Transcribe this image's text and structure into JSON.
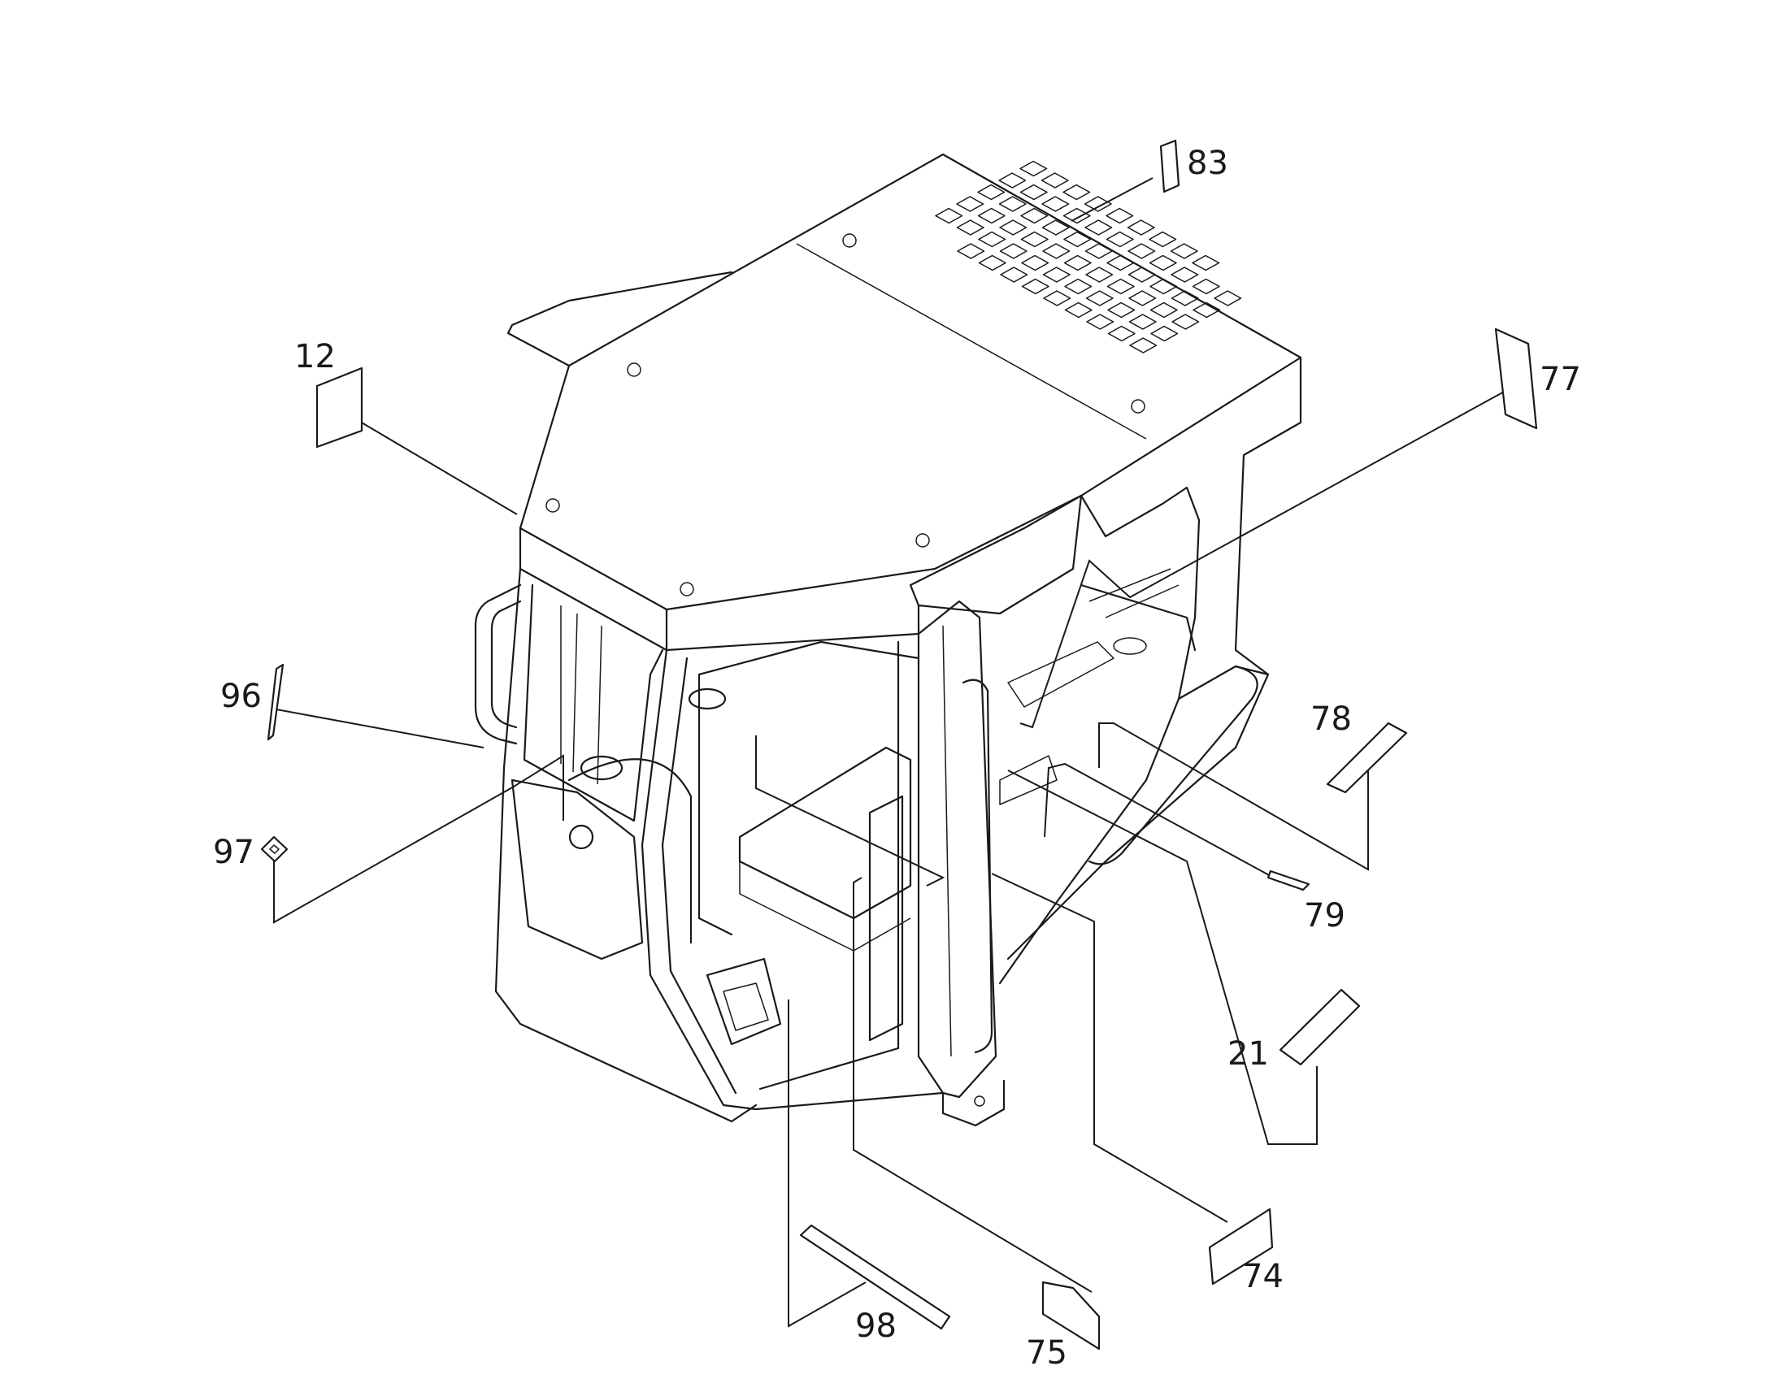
{
  "callouts": [
    {
      "id": "c12",
      "label": "12"
    },
    {
      "id": "c83",
      "label": "83"
    },
    {
      "id": "c77",
      "label": "77"
    },
    {
      "id": "c96",
      "label": "96"
    },
    {
      "id": "c97",
      "label": "97"
    },
    {
      "id": "c78",
      "label": "78"
    },
    {
      "id": "c79",
      "label": "79"
    },
    {
      "id": "c21",
      "label": "21"
    },
    {
      "id": "c74",
      "label": "74"
    },
    {
      "id": "c75",
      "label": "75"
    },
    {
      "id": "c98",
      "label": "98"
    }
  ],
  "colors": {
    "line": "#1a1a1a",
    "background": "#ffffff"
  }
}
